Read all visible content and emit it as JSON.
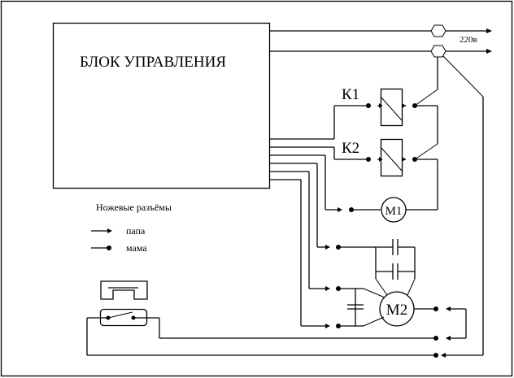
{
  "diagram": {
    "control_block": {
      "title": "БЛОК УПРАВЛЕНИЯ"
    },
    "supply": {
      "voltage_label": "220в"
    },
    "relays": [
      {
        "id": "k1",
        "label": "К1"
      },
      {
        "id": "k2",
        "label": "К2"
      }
    ],
    "motors": [
      {
        "id": "m1",
        "label": "М1"
      },
      {
        "id": "m2",
        "label": "М2"
      }
    ],
    "legend": {
      "title": "Ножевые разъёмы",
      "items": [
        {
          "symbol": "arrow",
          "label": "папа"
        },
        {
          "symbol": "dot",
          "label": "мама"
        }
      ]
    },
    "colors": {
      "line": "#000000",
      "background": "#ffffff"
    }
  }
}
